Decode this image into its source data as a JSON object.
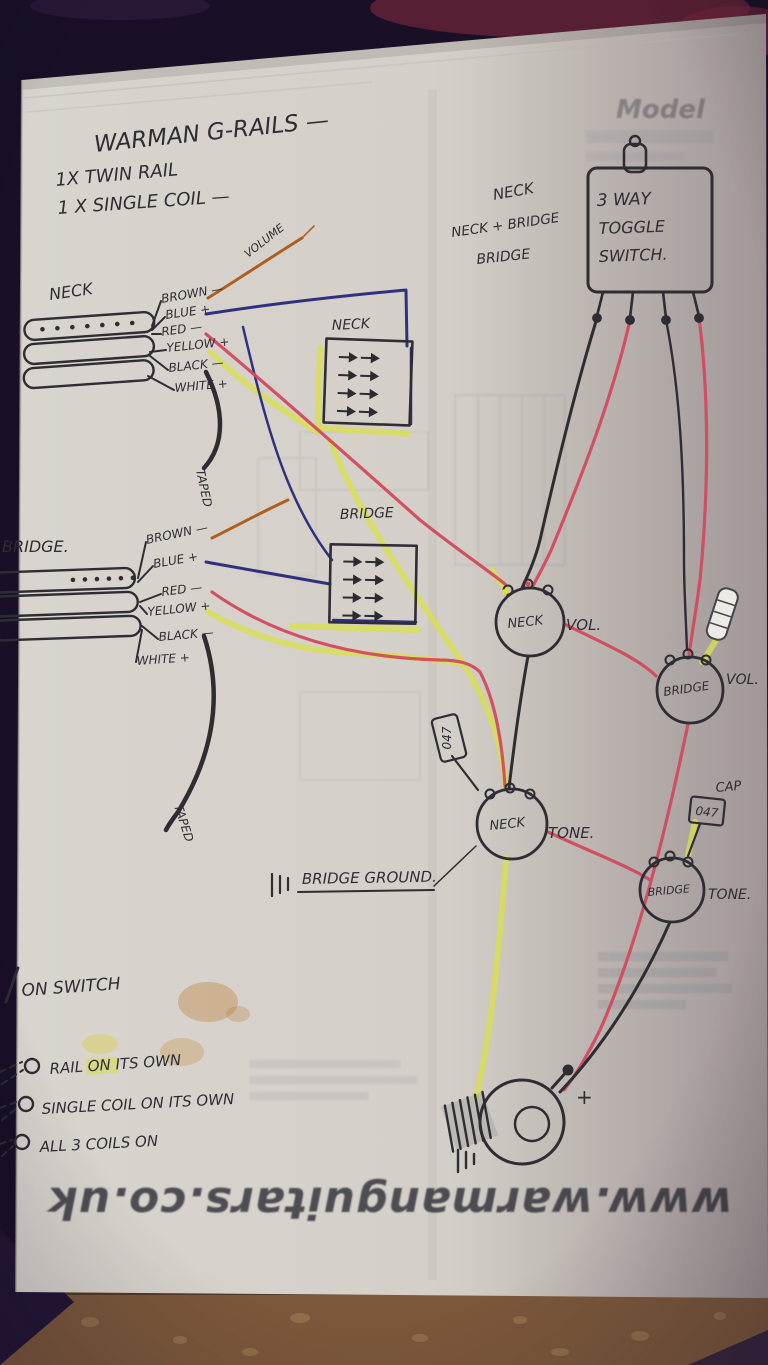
{
  "photo": {
    "background_color": "#191027",
    "cork_color": "#7b583b",
    "paper_color": "#d6d1ca",
    "highlighter_yellow": "#d9df4e",
    "wire_red": "#d14a5e",
    "wire_navy": "#30317e",
    "wire_brown": "#ad5f22"
  },
  "title": {
    "main": "WARMAN  G-RAILS —",
    "sub1": "1X TWIN RAIL",
    "sub2": "1 X  SINGLE COIL —"
  },
  "neck_pickup": {
    "label": "NECK",
    "wire_labels": [
      "BROWN —",
      "BLUE +",
      "RED —",
      "YELLOW +",
      "BLACK —",
      "WHITE +"
    ],
    "taped_label": "TAPED",
    "top_wire_label": "VOLUME"
  },
  "bridge_pickup": {
    "label": "BRIDGE.",
    "wire_labels": [
      "BROWN —",
      "BLUE +",
      "RED —",
      "YELLOW +",
      "BLACK —",
      "WHITE +"
    ],
    "taped_label": "TAPED"
  },
  "neck_switch": {
    "label": "NECK"
  },
  "bridge_switch": {
    "label": "BRIDGE"
  },
  "toggle": {
    "pos1": "NECK",
    "pos2": "NECK + BRIDGE",
    "pos3": "BRIDGE",
    "line1": "3 WAY",
    "line2": "TOGGLE",
    "line3": "SWITCH."
  },
  "pots": {
    "neck_vol": {
      "name": "NECK",
      "kind": "VOL."
    },
    "bridge_vol": {
      "name": "BRIDGE",
      "kind": "VOL."
    },
    "neck_tone": {
      "name": "NECK",
      "kind": "TONE."
    },
    "bridge_tone": {
      "name": "BRIDGE",
      "kind": "TONE."
    }
  },
  "caps": {
    "neck_tone_cap": "047",
    "bridge_cap_label": "CAP",
    "bridge_cap_value": "047"
  },
  "ground_note": {
    "text": "BRIDGE GROUND."
  },
  "jack": {
    "plus": "+"
  },
  "legend": {
    "title": "ON SWITCH",
    "options": [
      "RAIL ON ITS OWN",
      "SINGLE COIL ON ITS OWN",
      "ALL 3 COILS ON"
    ]
  },
  "print_through": {
    "watermark": "www.warmanguitars.co.uk",
    "ghost_title": "Model"
  }
}
